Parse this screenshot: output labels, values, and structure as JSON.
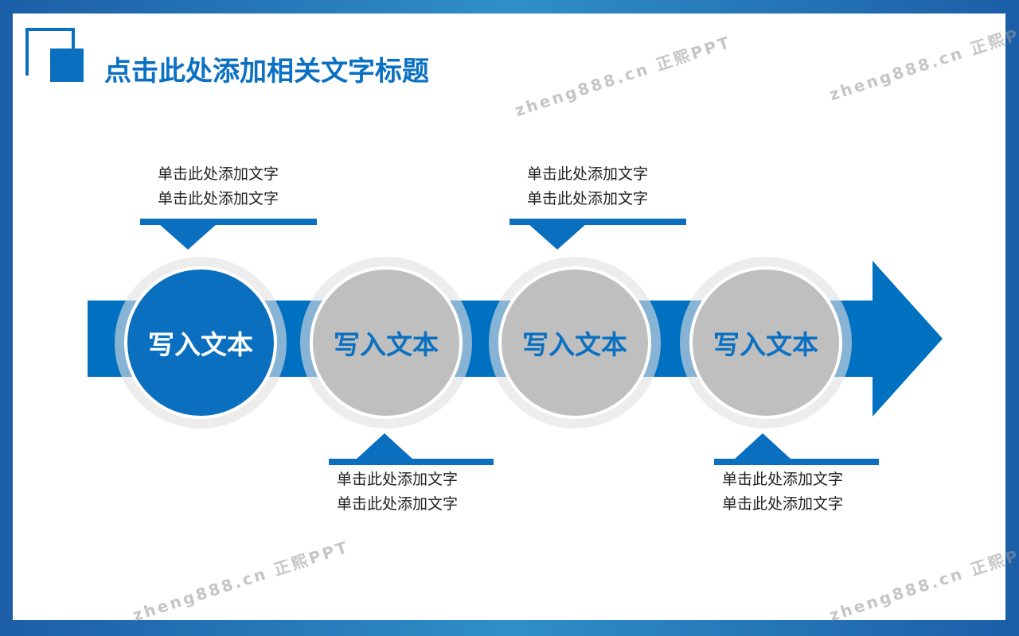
{
  "title": "点击此处添加相关文字标题",
  "steps": [
    {
      "label": "写入文本",
      "lines": [
        "单击此处添加文字",
        "单击此处添加文字"
      ]
    },
    {
      "label": "写入文本",
      "lines": [
        "单击此处添加文字",
        "单击此处添加文字"
      ]
    },
    {
      "label": "写入文本",
      "lines": [
        "单击此处添加文字",
        "单击此处添加文字"
      ]
    },
    {
      "label": "写入文本",
      "lines": [
        "单击此处添加文字",
        "单击此处添加文字"
      ]
    }
  ],
  "watermark": "zheng888.cn 正熙PPT",
  "colors": {
    "accent": "#0070c0",
    "inactive": "#bfbfbf"
  }
}
